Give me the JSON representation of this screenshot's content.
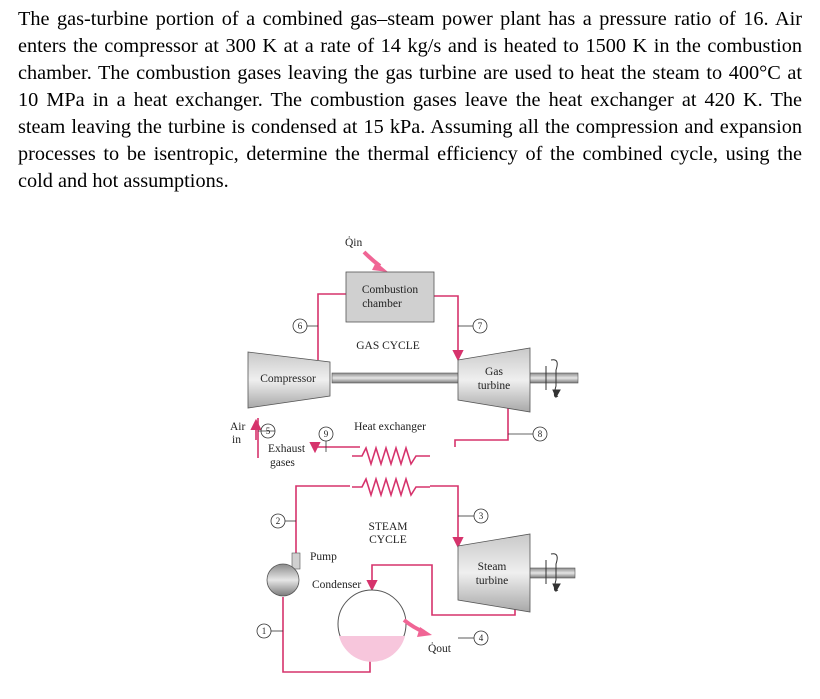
{
  "problem_text": "The gas-turbine portion of a combined gas–steam power plant has a pressure ratio of 16. Air enters the compressor at 300 K at a rate of 14 kg/s and is heated to 1500 K in the combustion chamber. The combustion gases leaving the gas turbine are used to heat the steam to 400°C at 10 MPa in a heat exchanger. The combustion gases leave the heat exchanger at 420 K. The steam leaving the turbine is condensed at 15 kPa. Assuming all the compression and expansion processes to be isentropic, determine the thermal efficiency of the combined cycle, using the cold and hot assumptions.",
  "diagram": {
    "q_in": "Q̇in",
    "q_out": "Q̇out",
    "combustion_chamber": [
      "Combustion",
      "chamber"
    ],
    "gas_cycle": "GAS CYCLE",
    "compressor": "Compressor",
    "gas_turbine": [
      "Gas",
      "turbine"
    ],
    "air_in": [
      "Air",
      "in"
    ],
    "exhaust_gases": [
      "Exhaust",
      "gases"
    ],
    "heat_exchanger": "Heat exchanger",
    "steam_cycle": [
      "STEAM",
      "CYCLE"
    ],
    "pump": "Pump",
    "condenser": "Condenser",
    "steam_turbine": [
      "Steam",
      "turbine"
    ],
    "states": [
      "1",
      "2",
      "3",
      "4",
      "5",
      "6",
      "7",
      "8",
      "9"
    ],
    "colors": {
      "pipe": "#d6336c",
      "component": "#9a9a9a",
      "arrow_fill": "#f06595",
      "condensate": "#f7c6dc"
    }
  }
}
